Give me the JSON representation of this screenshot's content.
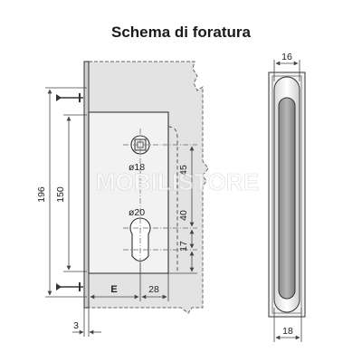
{
  "title": "Schema di foratura",
  "watermark": "MOBILISTORE",
  "front_view": {
    "dims": {
      "overall_height": "196",
      "fixing_span": "150",
      "spindle_diameter": "ø18",
      "cylinder_diameter": "ø20",
      "spindle_to_cylinder": "45",
      "cylinder_height": "40",
      "cylinder_to_bottom": "17",
      "backset_label": "E",
      "plate_offset": "28",
      "faceplate_thickness": "3"
    }
  },
  "side_view": {
    "dims": {
      "top_width": "16",
      "bottom_width": "18"
    }
  },
  "colors": {
    "door_fill": "#e3e3e3",
    "plate_fill": "#f2f2f2",
    "line": "#333333",
    "dim_line": "#444444"
  }
}
